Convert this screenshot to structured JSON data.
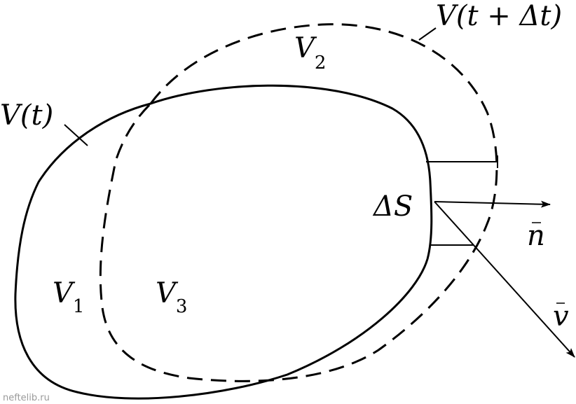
{
  "labels": {
    "v_t": "V(t)",
    "v_t_dt": "V(t + Δt)",
    "v1_main": "V",
    "v1_sub": "1",
    "v2_main": "V",
    "v2_sub": "2",
    "v3_main": "V",
    "v3_sub": "3",
    "delta_s": "ΔS",
    "normal_vector": "n",
    "velocity_vector": "v"
  },
  "watermark": "neftelib.ru"
}
